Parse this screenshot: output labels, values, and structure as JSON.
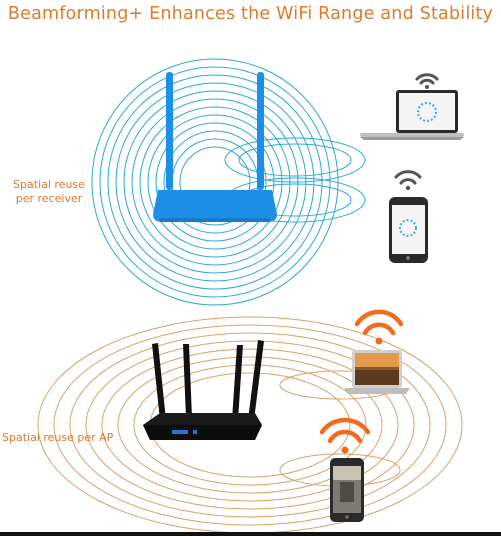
{
  "title": "Beamforming+ Enhances  the WiFi Range and Stability",
  "labels": {
    "top": "Spatial reuse per receiver",
    "bottom": "Spatial reuse per AP"
  },
  "colors": {
    "title": "#e07a2a",
    "blue_router": "#1e8fe6",
    "blue_rings": "#2ba8d8",
    "orange_rings": "#d9a06a",
    "wifi_gray": "#555555",
    "wifi_orange": "#f26a1b"
  },
  "icons": {
    "wifi_signal_top_1": "wifi-signal-gray",
    "wifi_signal_top_2": "wifi-signal-gray",
    "wifi_signal_bottom_1": "wifi-signal-orange",
    "wifi_signal_bottom_2": "wifi-signal-orange"
  }
}
